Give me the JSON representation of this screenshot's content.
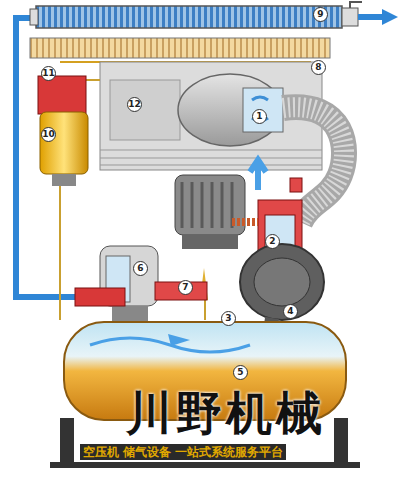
{
  "diagram": {
    "labels": [
      "1",
      "2",
      "3",
      "4",
      "5",
      "6",
      "7",
      "8",
      "9",
      "10",
      "11",
      "12",
      "川野机械",
      "空压机 储气设备 一站式系统服务平台"
    ]
  }
}
